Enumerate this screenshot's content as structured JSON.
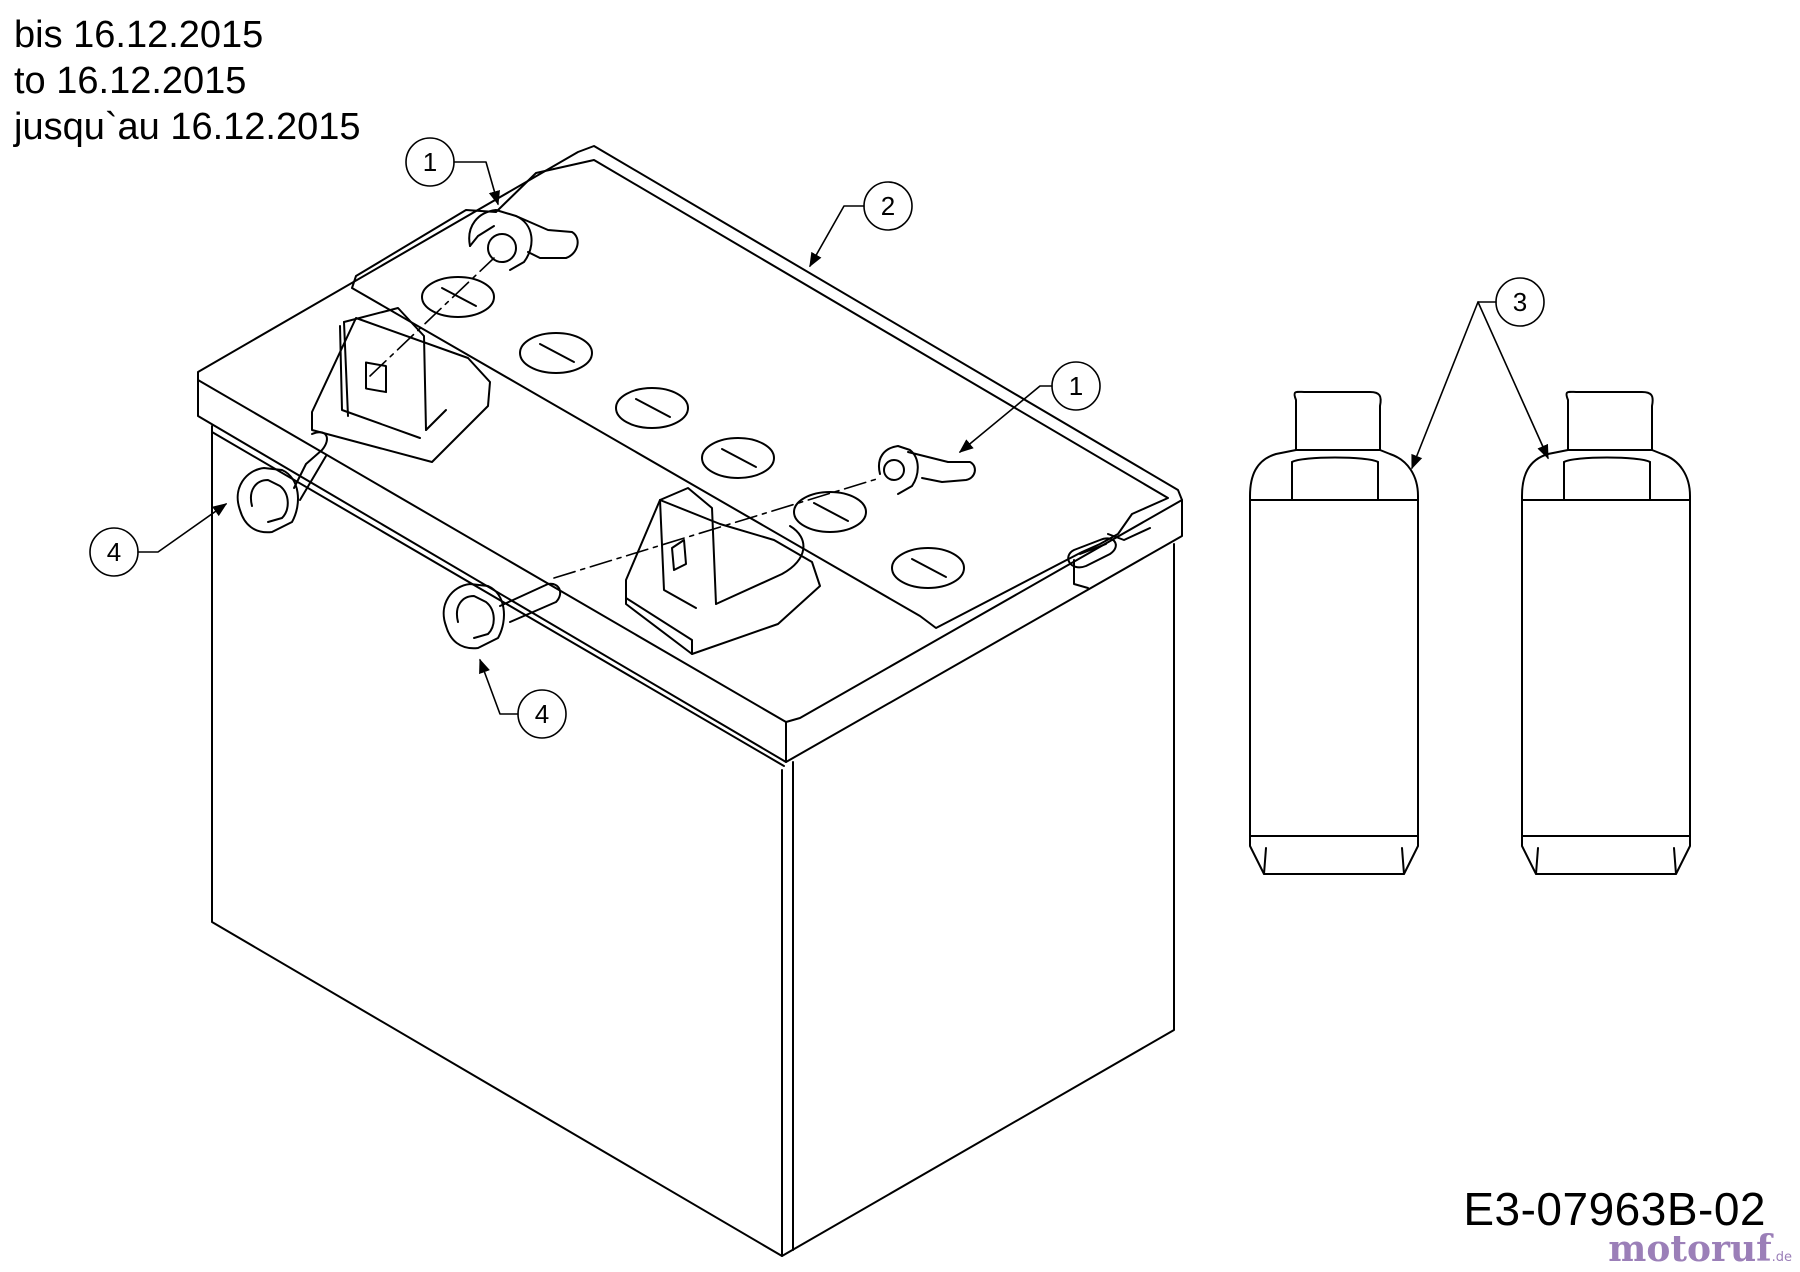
{
  "header": {
    "line_de": "bis 16.12.2015",
    "line_en": "to 16.12.2015",
    "line_fr": "jusqu`au 16.12.2015"
  },
  "callouts": {
    "terminal_nut_left": "1",
    "terminal_nut_right": "1",
    "battery": "2",
    "acid_bottles": "3",
    "bolt_left": "4",
    "bolt_front": "4"
  },
  "drawing_code": "E3-07963B-02",
  "watermark": {
    "name": "motoruf",
    "tld": ".de",
    "color": "#9b7fb8"
  }
}
